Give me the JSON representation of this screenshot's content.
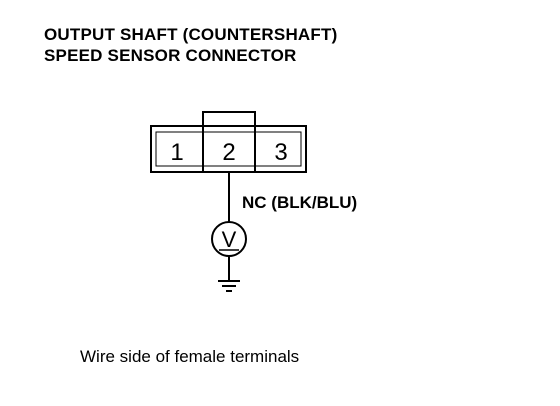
{
  "title": {
    "line1": "OUTPUT SHAFT (COUNTERSHAFT)",
    "line2": "SPEED SENSOR CONNECTOR"
  },
  "connector": {
    "terminals": [
      "1",
      "2",
      "3"
    ]
  },
  "probe": {
    "wire_label": "NC (BLK/BLU)",
    "meter_icon": "voltmeter-icon",
    "meter_symbol": "V",
    "ground_icon": "ground-icon"
  },
  "caption": "Wire side of female terminals",
  "colors": {
    "ink": "#000000",
    "background": "#ffffff"
  }
}
